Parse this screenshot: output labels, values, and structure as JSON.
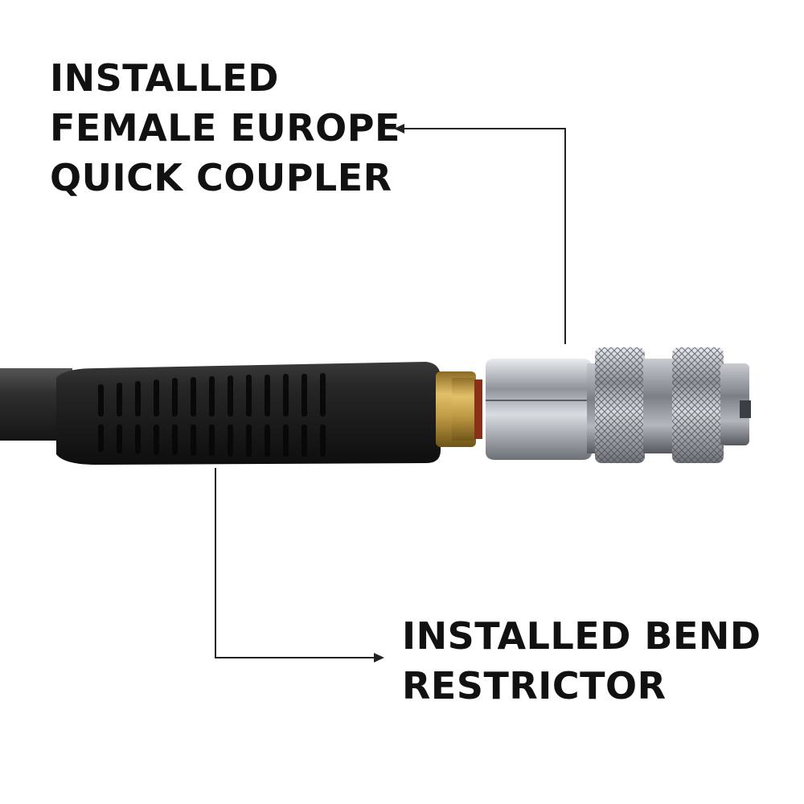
{
  "callouts": {
    "coupler": {
      "lines": [
        "INSTALLED",
        "FEMALE EUROPE",
        "QUICK COUPLER"
      ]
    },
    "restrictor": {
      "lines": [
        "INSTALLED BEND",
        "RESTRICTOR"
      ]
    }
  },
  "colors": {
    "text": "#111111",
    "hose": "#2b2b2b",
    "restrictor": "#1e1e1e",
    "brass": "#c8a24a",
    "chrome": "#b9bcc2"
  }
}
